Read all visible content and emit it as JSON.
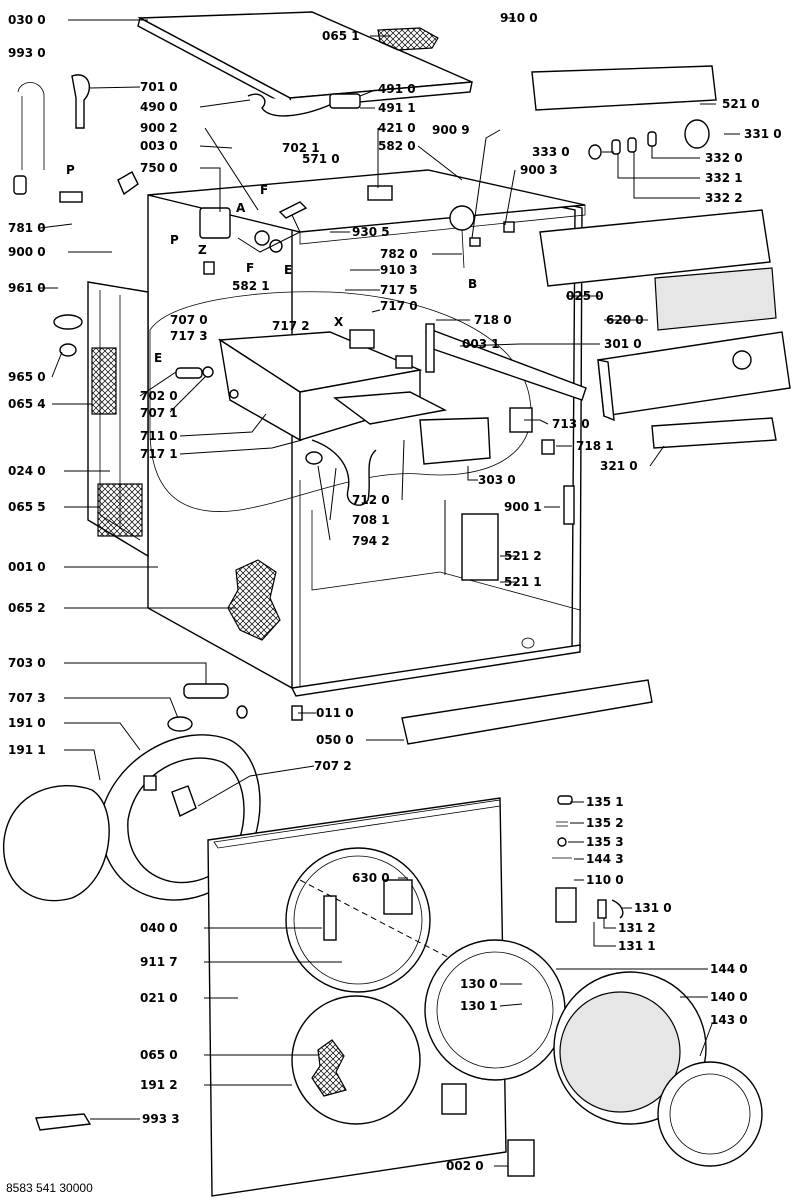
{
  "footer": "8583 541 30000",
  "callouts": [
    {
      "id": "c0300",
      "label": "030 0"
    },
    {
      "id": "c9930",
      "label": "993 0"
    },
    {
      "id": "c0651a",
      "label": "065 1"
    },
    {
      "id": "c9100",
      "label": "910 0"
    },
    {
      "id": "c7010",
      "label": "701 0"
    },
    {
      "id": "c4900",
      "label": "490 0"
    },
    {
      "id": "c9002",
      "label": "900 2"
    },
    {
      "id": "c0030",
      "label": "003 0"
    },
    {
      "id": "c7500",
      "label": "750 0"
    },
    {
      "id": "c4910",
      "label": "491 0"
    },
    {
      "id": "c4911",
      "label": "491 1"
    },
    {
      "id": "c4210",
      "label": "421 0"
    },
    {
      "id": "c7021",
      "label": "702 1"
    },
    {
      "id": "c5710",
      "label": "571 0"
    },
    {
      "id": "c5820",
      "label": "582 0"
    },
    {
      "id": "c9009",
      "label": "900 9"
    },
    {
      "id": "c9003",
      "label": "900 3"
    },
    {
      "id": "c5210",
      "label": "521 0"
    },
    {
      "id": "c3310",
      "label": "331 0"
    },
    {
      "id": "c3330",
      "label": "333 0"
    },
    {
      "id": "c3320",
      "label": "332 0"
    },
    {
      "id": "c3321",
      "label": "332 1"
    },
    {
      "id": "c3322",
      "label": "332 2"
    },
    {
      "id": "c7810",
      "label": "781 0"
    },
    {
      "id": "c9000",
      "label": "900 0"
    },
    {
      "id": "c9305",
      "label": "930 5"
    },
    {
      "id": "c7820",
      "label": "782 0"
    },
    {
      "id": "c9103",
      "label": "910 3"
    },
    {
      "id": "c5821",
      "label": "582 1"
    },
    {
      "id": "c7175",
      "label": "717 5"
    },
    {
      "id": "c7170",
      "label": "717 0"
    },
    {
      "id": "c0250",
      "label": "025 0"
    },
    {
      "id": "c9610",
      "label": "961 0"
    },
    {
      "id": "c7070",
      "label": "707 0"
    },
    {
      "id": "c7172",
      "label": "717 2"
    },
    {
      "id": "c7173",
      "label": "717 3"
    },
    {
      "id": "c7180",
      "label": "718 0"
    },
    {
      "id": "c6200",
      "label": "620 0"
    },
    {
      "id": "c0031",
      "label": "003 1"
    },
    {
      "id": "c3010",
      "label": "301 0"
    },
    {
      "id": "c9650",
      "label": "965 0"
    },
    {
      "id": "c7020",
      "label": "702 0"
    },
    {
      "id": "c0654",
      "label": "065 4"
    },
    {
      "id": "c7071",
      "label": "707 1"
    },
    {
      "id": "c7110",
      "label": "711 0"
    },
    {
      "id": "c7171",
      "label": "717 1"
    },
    {
      "id": "c7130",
      "label": "713 0"
    },
    {
      "id": "c7181",
      "label": "718 1"
    },
    {
      "id": "c3210",
      "label": "321 0"
    },
    {
      "id": "c0240",
      "label": "024 0"
    },
    {
      "id": "c3030",
      "label": "303 0"
    },
    {
      "id": "c7120",
      "label": "712 0"
    },
    {
      "id": "c9001",
      "label": "900 1"
    },
    {
      "id": "c0655",
      "label": "065 5"
    },
    {
      "id": "c7081",
      "label": "708 1"
    },
    {
      "id": "c7942",
      "label": "794 2"
    },
    {
      "id": "c5212",
      "label": "521 2"
    },
    {
      "id": "c0010",
      "label": "001 0"
    },
    {
      "id": "c5211",
      "label": "521 1"
    },
    {
      "id": "c0652",
      "label": "065 2"
    },
    {
      "id": "c7030",
      "label": "703 0"
    },
    {
      "id": "c7073",
      "label": "707 3"
    },
    {
      "id": "c0110",
      "label": "011 0"
    },
    {
      "id": "c1910",
      "label": "191 0"
    },
    {
      "id": "c0500",
      "label": "050 0"
    },
    {
      "id": "c1911",
      "label": "191 1"
    },
    {
      "id": "c7072",
      "label": "707 2"
    },
    {
      "id": "c1351",
      "label": "135 1"
    },
    {
      "id": "c1352",
      "label": "135 2"
    },
    {
      "id": "c1353",
      "label": "135 3"
    },
    {
      "id": "c1443",
      "label": "144 3"
    },
    {
      "id": "c6300",
      "label": "630 0"
    },
    {
      "id": "c1100",
      "label": "110 0"
    },
    {
      "id": "c0400",
      "label": "040 0"
    },
    {
      "id": "c1310",
      "label": "131 0"
    },
    {
      "id": "c1312",
      "label": "131 2"
    },
    {
      "id": "c1311",
      "label": "131 1"
    },
    {
      "id": "c9117",
      "label": "911 7"
    },
    {
      "id": "c1440",
      "label": "144 0"
    },
    {
      "id": "c1300",
      "label": "130 0"
    },
    {
      "id": "c0210",
      "label": "021 0"
    },
    {
      "id": "c1301",
      "label": "130 1"
    },
    {
      "id": "c1400",
      "label": "140 0"
    },
    {
      "id": "c1430",
      "label": "143 0"
    },
    {
      "id": "c0650",
      "label": "065 0"
    },
    {
      "id": "c1912",
      "label": "191 2"
    },
    {
      "id": "c9933",
      "label": "993 3"
    },
    {
      "id": "c0020",
      "label": "002 0"
    }
  ],
  "markers": [
    {
      "id": "mA",
      "label": "A"
    },
    {
      "id": "mP1",
      "label": "P"
    },
    {
      "id": "mZ",
      "label": "Z"
    },
    {
      "id": "mF1",
      "label": "F"
    },
    {
      "id": "mF2",
      "label": "F"
    },
    {
      "id": "mE1",
      "label": "E"
    },
    {
      "id": "mB",
      "label": "B"
    },
    {
      "id": "mX",
      "label": "X"
    },
    {
      "id": "mE2",
      "label": "E"
    },
    {
      "id": "mP2",
      "label": "P"
    }
  ]
}
